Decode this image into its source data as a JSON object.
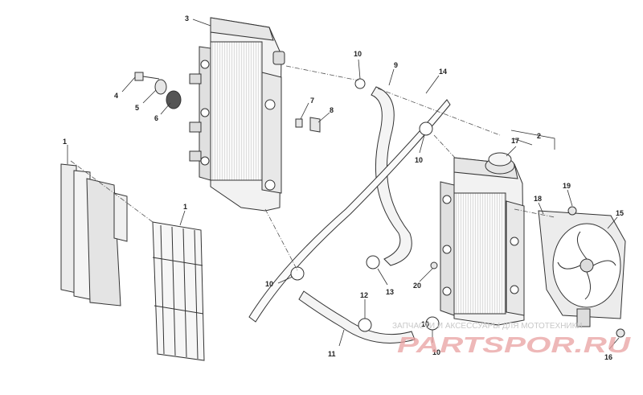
{
  "parts": [
    {
      "num": "1"
    },
    {
      "num": "1"
    },
    {
      "num": "2"
    },
    {
      "num": "3"
    },
    {
      "num": "4"
    },
    {
      "num": "5"
    },
    {
      "num": "6"
    },
    {
      "num": "7"
    },
    {
      "num": "8"
    },
    {
      "num": "9"
    },
    {
      "num": "10"
    },
    {
      "num": "10"
    },
    {
      "num": "10"
    },
    {
      "num": "10"
    },
    {
      "num": "10"
    },
    {
      "num": "11"
    },
    {
      "num": "12"
    },
    {
      "num": "13"
    },
    {
      "num": "14"
    },
    {
      "num": "15"
    },
    {
      "num": "16"
    },
    {
      "num": "17"
    },
    {
      "num": "18"
    },
    {
      "num": "19"
    },
    {
      "num": "20"
    }
  ],
  "watermark": {
    "line1": "ЗАПЧАСТИ И АКСЕССУАРЫ ДЛЯ МОТОТЕХНИКИ",
    "logo": "PARTSPOR.RU"
  },
  "colors": {
    "line": "#333333",
    "fill_light": "#f2f2f2",
    "fill_mid": "#d9d9d9",
    "watermark_logo": "#e8a0a0",
    "watermark_text": "#c8c8c8"
  }
}
